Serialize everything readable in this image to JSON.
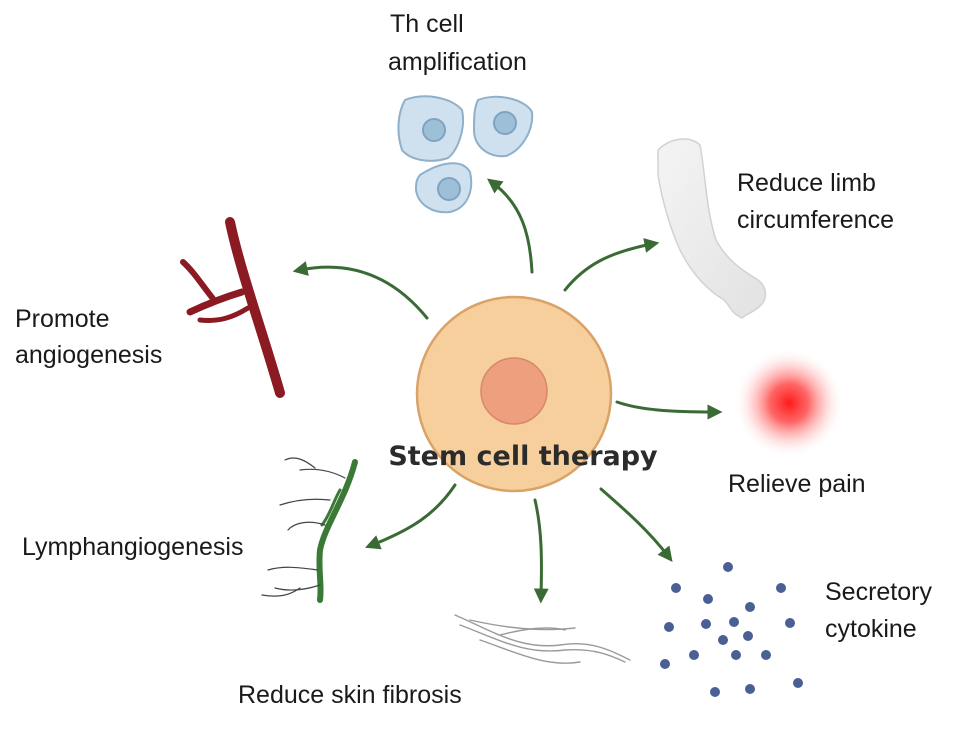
{
  "center": {
    "label": "Stem cell therapy"
  },
  "effects": {
    "th_cell": {
      "line1": "Th cell",
      "line2": "amplification"
    },
    "limb": {
      "line1": "Reduce limb",
      "line2": "circumference"
    },
    "angio": {
      "line1": "Promote",
      "line2": "angiogenesis"
    },
    "pain": {
      "label": "Relieve pain"
    },
    "lymph": {
      "label": "Lymphangiogenesis"
    },
    "cytokine": {
      "line1": "Secretory",
      "line2": "cytokine"
    },
    "fibrosis": {
      "label": "Reduce skin fibrosis"
    }
  },
  "colors": {
    "arrow": "#3a6b35",
    "cell_fill": "#f7cf9d",
    "cell_stroke": "#d9a266",
    "nucleus": "#eea07e",
    "vessel": "#8b1a22",
    "lymph_vessel": "#3a7a36",
    "th_cell_fill": "#cfe0ee",
    "th_cell_stroke": "#8fb0cb",
    "pain": "#ff2a2a",
    "cytokine_dot": "#4a5f94"
  }
}
